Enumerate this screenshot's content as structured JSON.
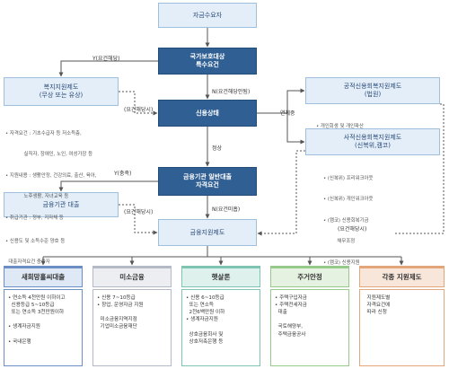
{
  "nodes": {
    "applicant": "자금수요자",
    "national_protection": [
      "국가보호대상",
      "특수요건"
    ],
    "welfare_support": [
      "복지지원제도",
      "(무상 또는 유상)"
    ],
    "credit_status": "신용상태",
    "public_credit": [
      "공적신용회복지원제도",
      "(법원)"
    ],
    "private_credit": [
      "사적신용회복지원제도",
      "(신복위,캠코)"
    ],
    "bank_loan_req": [
      "금융기관 일반대출",
      "자격요건"
    ],
    "bank_loan": "금융기관 대출",
    "finance_support": "금융지원제도"
  },
  "edge_labels": {
    "y_applicable": "Y(요건해당)",
    "n_not_applicable": "N(요건해당안됨)",
    "if_applicable_1": "(요건해당시)",
    "delinquent": "연체중",
    "normal": "정상",
    "y_satisfied": "Y(충족)",
    "n_unmet": "N(요건미흡)",
    "if_applicable_2": "(요건해당시)",
    "if_applicable_3": "(요건해당시)"
  },
  "notes": {
    "welfare": [
      "• 자격요건 : 기초수급자 등 저소득층,",
      "            실직자, 장애인, 노인, 여성가장 등",
      "• 지원내용 : 생활안정, 건강의료, 출산, 육아,",
      "            노후생활, 자녀교육 등",
      "• 취급기관 : 정부, 지자체 등"
    ],
    "public": [
      "• 개인회생 및 개인파산"
    ],
    "private": [
      "• (신복위) 프리워크아웃",
      "• (신복위) 개인워크아웃",
      "• (캠코) 신용회복기금",
      "         채무조정",
      "• (캠코) 신용지원"
    ],
    "bank": [
      "• 신용도 및 소득수준 양호 등",
      "  대출자격요건 충족자"
    ]
  },
  "columns": [
    {
      "title": "새희망홀씨대출",
      "lines": [
        "• 연소득 4천만원 이하이고",
        "  신용등급 5~10등급",
        "  또는 연소득 3천만원이하",
        "",
        "• 생계자금지원",
        "",
        "• 국내은행"
      ]
    },
    {
      "title": "미소금융",
      "lines": [
        "• 신용 7~10등급",
        "• 창업, 운영자금 지원",
        "",
        "  미소금융지역지점",
        "  기업미소금융재단"
      ]
    },
    {
      "title": "햇살론",
      "lines": [
        "• 신용 6~10등급",
        "  또는 연소득",
        "  2천6백만원 이하",
        "• 생계자금지원",
        "",
        "  상호금융회사 및",
        "  상호저축은행 등"
      ]
    },
    {
      "title": "주거안정",
      "lines": [
        "• 주택구입자금",
        "• 주택전세자금",
        "  대출",
        "",
        "  국토해양부,",
        "  주택금융공사"
      ]
    },
    {
      "title": "각종 지원제도",
      "lines": [
        "  지원제도별",
        "  자격요건에",
        "  따라 신청"
      ]
    }
  ],
  "colors": {
    "dark_node": "#2f5f93",
    "light_node": "#e3eef8",
    "col_blue": "#6b8fc4",
    "col_gray": "#b3bac6",
    "col_teal": "#7fc4b2",
    "col_green": "#96c98a",
    "col_orange": "#e3a67a"
  }
}
